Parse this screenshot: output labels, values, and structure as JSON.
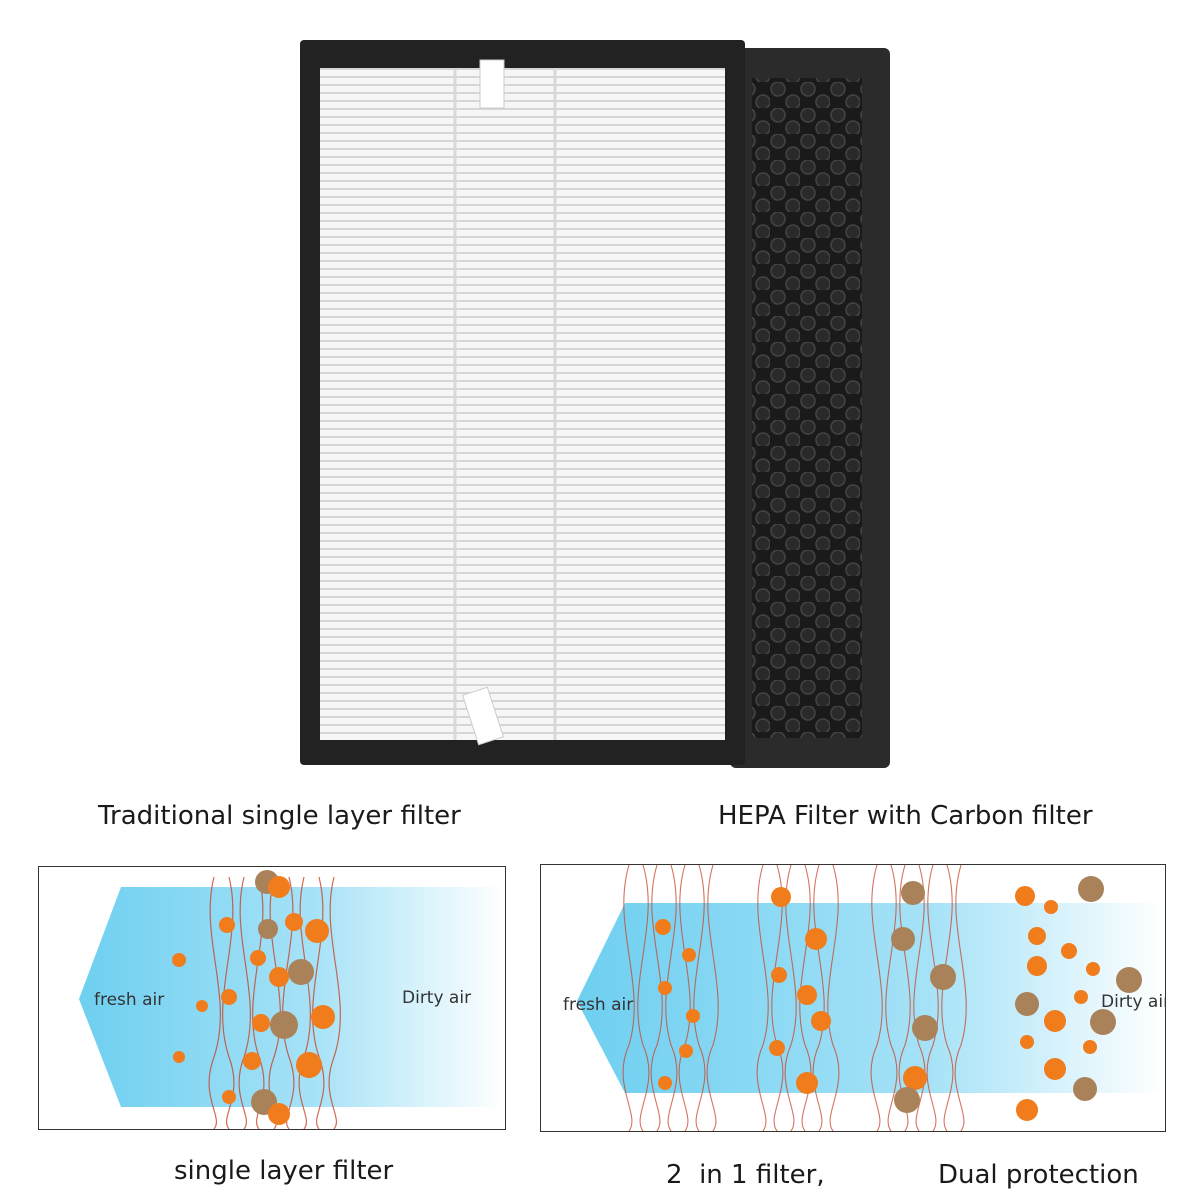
{
  "product_image": {
    "hepa_filter": "hepa-filter-front",
    "carbon_filter": "carbon-filter-back"
  },
  "captions": {
    "left_top": "Traditional single layer filter",
    "right_top": "HEPA Filter with Carbon filter",
    "left_bottom": "single layer filter",
    "right_bottom_a": "2  in 1 filter,",
    "right_bottom_b": "Dual protection"
  },
  "diagram_left": {
    "fresh_label": "fresh air",
    "dirty_label": "Dirty air"
  },
  "diagram_right": {
    "fresh_label": "fresh air",
    "dirty_label": "Dirty air"
  },
  "colors": {
    "air_stream": "#6ecff0",
    "fiber": "#c8452a",
    "particle_orange": "#f07c1c",
    "particle_brown": "#a9825a",
    "frame": "#1c1c1c"
  }
}
